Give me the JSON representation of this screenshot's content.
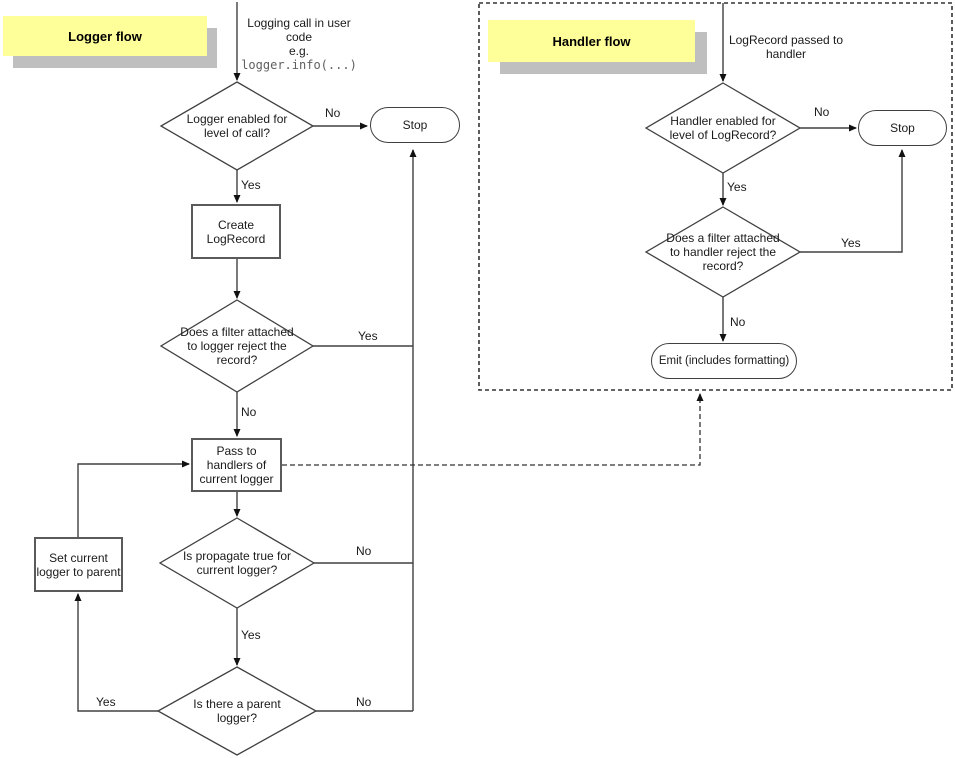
{
  "colors": {
    "section_label_bg": "#ffff99",
    "section_label_shadow": "#bfbfbf",
    "line": "#404040",
    "node_bg": "#ffffff"
  },
  "logger_flow": {
    "title": "Logger flow",
    "entry_text": "Logging call in user\ncode\ne.g.",
    "entry_code": "logger.info(...)",
    "decision_level": "Logger enabled for\nlevel of call?",
    "process_create": "Create\nLogRecord",
    "decision_filter": "Does a filter attached\nto logger reject the\nrecord?",
    "process_pass": "Pass to\nhandlers of\ncurrent logger",
    "decision_propagate": "Is propagate true for\ncurrent logger?",
    "decision_parent": "Is there a parent\nlogger?",
    "process_set_parent": "Set current\nlogger to parent",
    "terminal_stop": "Stop",
    "labels": {
      "level_no": "No",
      "level_yes": "Yes",
      "filter_yes": "Yes",
      "filter_no": "No",
      "propagate_no": "No",
      "propagate_yes": "Yes",
      "parent_yes": "Yes",
      "parent_no": "No"
    }
  },
  "handler_flow": {
    "title": "Handler flow",
    "entry_text": "LogRecord passed to\nhandler",
    "decision_level": "Handler enabled for\nlevel of LogRecord?",
    "decision_filter": "Does a filter attached\nto handler reject the\nrecord?",
    "terminal_stop": "Stop",
    "terminal_emit": "Emit (includes formatting)",
    "labels": {
      "level_no": "No",
      "level_yes": "Yes",
      "filter_yes": "Yes",
      "filter_no": "No"
    }
  }
}
